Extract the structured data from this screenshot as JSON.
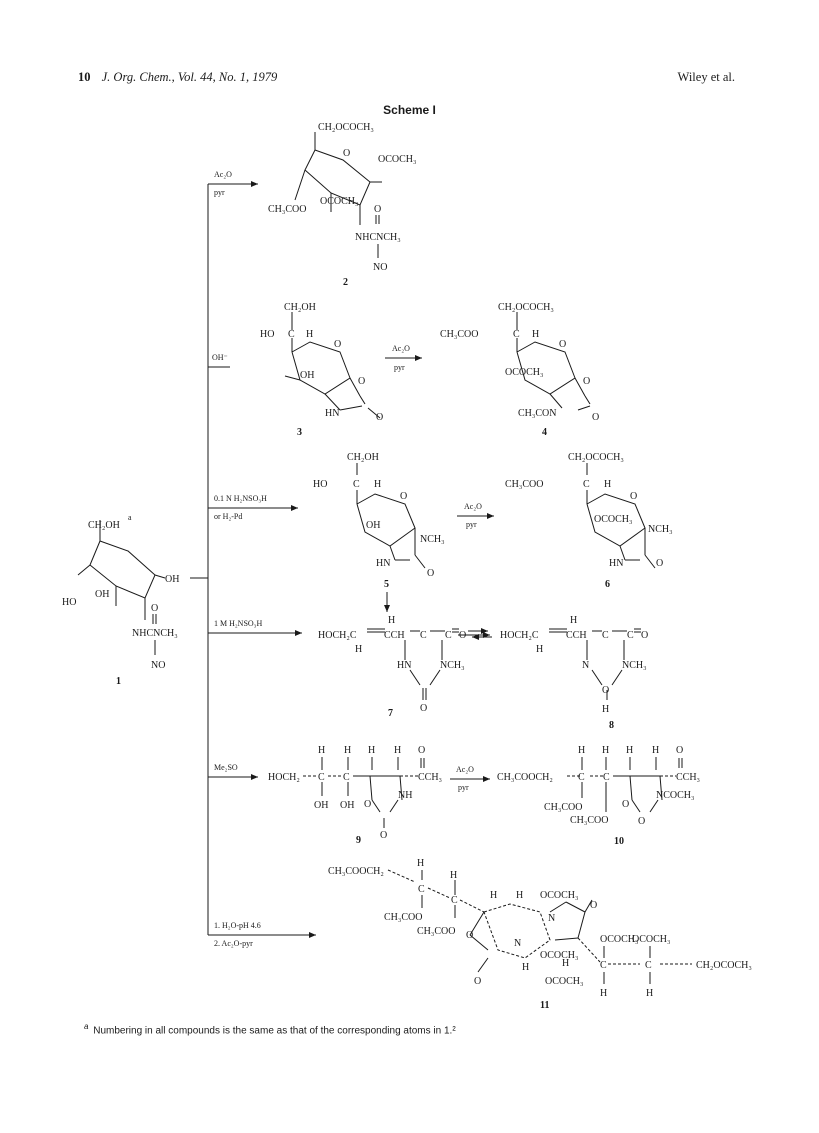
{
  "header": {
    "page_number": "10",
    "journal": "J. Org. Chem., Vol. 44, No. 1, 1979",
    "authors": "Wiley et al."
  },
  "scheme": {
    "title": "Scheme I",
    "conditions": {
      "to_2_top": "Ac₂O",
      "to_2_bottom": "pyr",
      "to_3_top": "OH⁻",
      "to_4_top": "Ac₂O",
      "to_4_bottom": "pyr",
      "to_5_top": "0.1 N H₂NSO₃H",
      "to_5_bottom": "or H₂-Pd",
      "to_6_top": "Ac₂O",
      "to_6_bottom": "pyr",
      "to_7_top": "1 M H₂NSO₃H",
      "to_9_top": "Me₂SO",
      "to_10_top": "Ac₂O",
      "to_10_bottom": "pyr",
      "to_11_line1": "1. H₂O-pH 4.6",
      "to_11_line2": "2. Ac₂O-pyr"
    },
    "compounds": {
      "c1": {
        "number": "1",
        "labels": [
          "CH₂OH",
          "a",
          "OH",
          "HO",
          "OH",
          "O",
          "NHCNCH₃",
          "NO"
        ]
      },
      "c2": {
        "number": "2",
        "labels": [
          "CH₂OCOCH₃",
          "O",
          "OCOCH₃",
          "CH₃COO",
          "OCOCH₃",
          "O",
          "NHCNCH₃",
          "NO"
        ]
      },
      "c3": {
        "number": "3",
        "labels": [
          "CH₂OH",
          "HO",
          "C",
          "H",
          "O",
          "OH",
          "O",
          "HN",
          "O"
        ]
      },
      "c4": {
        "number": "4",
        "labels": [
          "CH₂OCOCH₃",
          "CH₃COO",
          "C",
          "H",
          "O",
          "OCOCH₃",
          "O",
          "CH₃CON",
          "O"
        ]
      },
      "c5": {
        "number": "5",
        "labels": [
          "CH₂OH",
          "HO",
          "C",
          "H",
          "O",
          "OH",
          "NCH₃",
          "HN",
          "O"
        ]
      },
      "c6": {
        "number": "6",
        "labels": [
          "CH₂OCOCH₃",
          "CH₃COO",
          "C",
          "H",
          "O",
          "OCOCH₃",
          "NCH₃",
          "HN",
          "O"
        ]
      },
      "c7": {
        "number": "7",
        "labels": [
          "HOCH₂C",
          "CCH",
          "C",
          "C",
          "O",
          "H",
          "H",
          "HN",
          "NCH₃",
          "O"
        ]
      },
      "c8": {
        "number": "8",
        "labels": [
          "HOCH₂C",
          "CCH",
          "C",
          "C",
          "O",
          "H",
          "H",
          "N",
          "NCH₃",
          "O",
          "H"
        ]
      },
      "c9": {
        "number": "9",
        "labels": [
          "HOCH₂",
          "C",
          "C",
          "CCH₃",
          "H",
          "H",
          "H",
          "H",
          "O",
          "OH",
          "OH",
          "O",
          "NH",
          "O"
        ]
      },
      "c10": {
        "number": "10",
        "labels": [
          "CH₃COOCH₂",
          "C",
          "C",
          "CCH₃",
          "H",
          "H",
          "H",
          "H",
          "O",
          "CH₃COO",
          "CH₃COO",
          "O",
          "NCOCH₃",
          "O"
        ]
      },
      "c11": {
        "number": "11",
        "labels": [
          "CH₃COOCH₂",
          "H",
          "H",
          "C",
          "C",
          "CH₃COO",
          "CH₃COO",
          "H",
          "H",
          "OCOCH₃",
          "O",
          "N",
          "N",
          "O",
          "O",
          "H",
          "H",
          "OCOCH₃",
          "OCOCH₃",
          "OCOCH₃",
          "C",
          "C",
          "CH₂OCOCH₃",
          "H",
          "H"
        ]
      }
    }
  },
  "footnote": {
    "marker": "a",
    "text": "Numbering in all compounds is the same as that of the corresponding atoms in 1.²"
  }
}
